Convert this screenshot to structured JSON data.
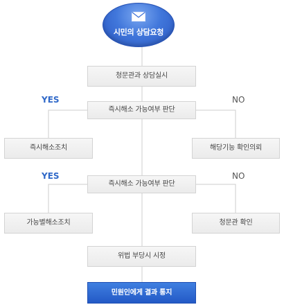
{
  "flowchart": {
    "start": {
      "label": "시민의 상담요청",
      "icon": "mail-icon",
      "color": "#3b6fd6"
    },
    "steps": [
      {
        "label": "청문관과 상담실시"
      },
      {
        "label": "즉시해소 가능여부 판단"
      },
      {
        "label": "즉시해소조치"
      },
      {
        "label": "해당기능 확인의뢰"
      },
      {
        "label": "즉시해소 가능여부 판단"
      },
      {
        "label": "가능별해소조치"
      },
      {
        "label": "청문관 확인"
      },
      {
        "label": "위법 부당시 시정"
      },
      {
        "label": "민원인에게 결과 통지"
      }
    ],
    "branches": {
      "yes": "YES",
      "no": "NO"
    },
    "colors": {
      "accent": "#2f68c8",
      "box_fill": "#efefef",
      "box_border": "#d3d3d3",
      "line": "#cccccc",
      "final_fill": "#2b62cf"
    }
  }
}
